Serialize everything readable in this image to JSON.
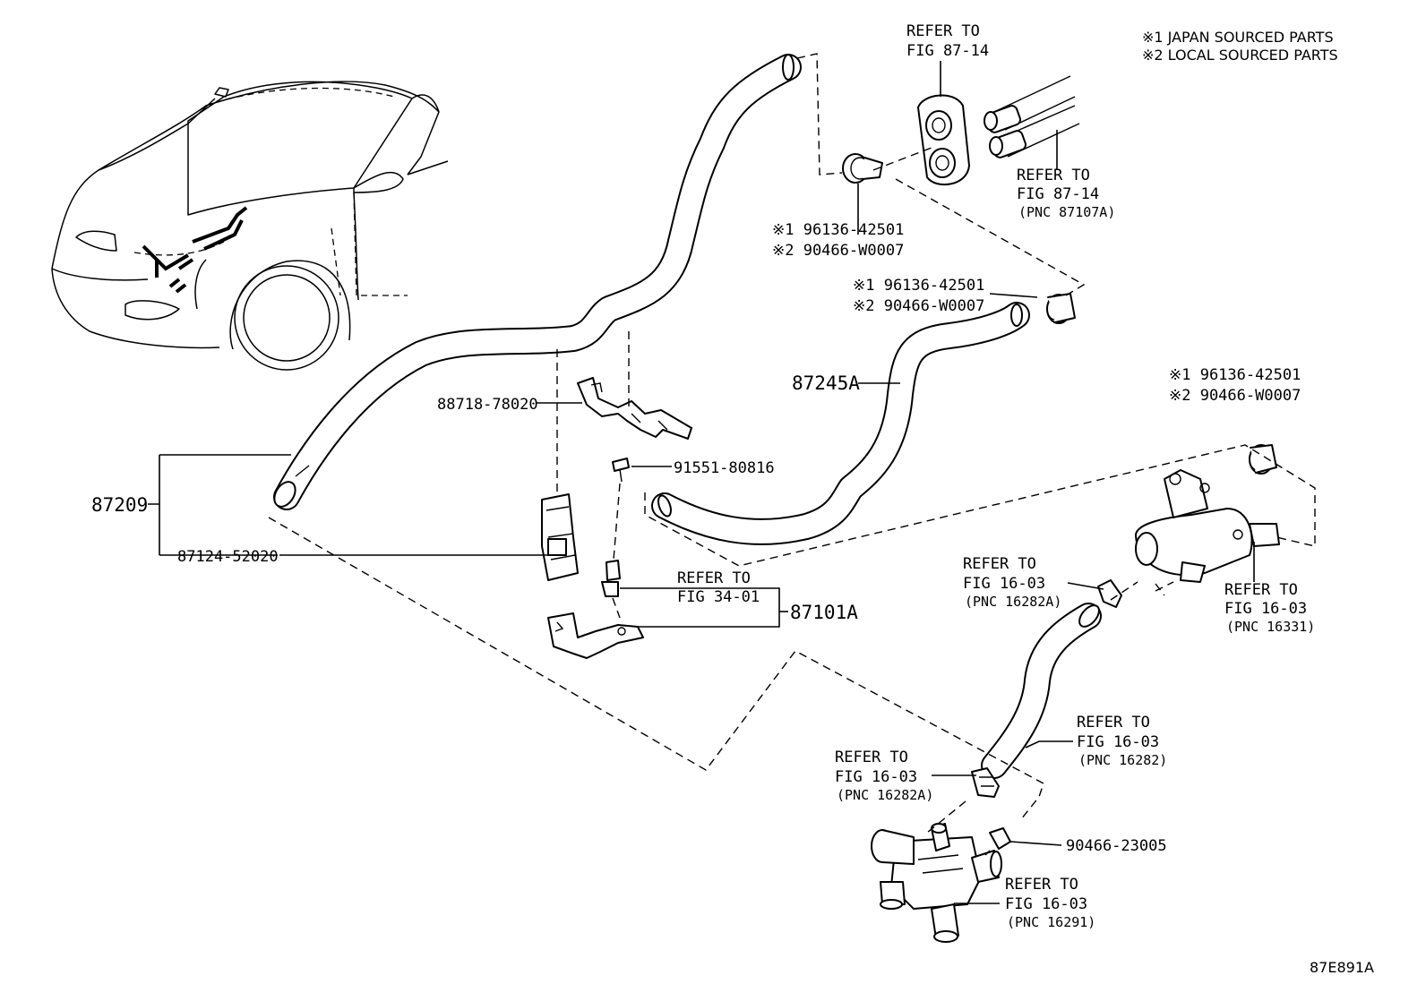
{
  "notes": {
    "japan": "※1 JAPAN SOURCED PARTS",
    "local": "※2 LOCAL SOURCED PARTS"
  },
  "diagram_code": "87E891A",
  "labels": {
    "refer_87_14_top": [
      "REFER TO",
      "FIG 87-14"
    ],
    "refer_87_14_right": [
      "REFER TO",
      "FIG 87-14",
      "(PNC 87107A)"
    ],
    "clamp_top": [
      "※1 96136-42501",
      "※2 90466-W0007"
    ],
    "clamp_mid": [
      "※1 96136-42501",
      "※2 90466-W0007"
    ],
    "clamp_right": [
      "※1 96136-42501",
      "※2 90466-W0007"
    ],
    "hose_87245A": "87245A",
    "bracket_88718": "88718-78020",
    "bolt_91551": "91551-80816",
    "hose_87209": "87209",
    "valve_87124": "87124-52020",
    "refer_34_01": [
      "REFER TO",
      "FIG 34-01"
    ],
    "part_87101A": "87101A",
    "refer_16_03_a": [
      "REFER TO",
      "FIG 16-03",
      "(PNC 16282A)"
    ],
    "refer_16_03_b": [
      "REFER TO",
      "FIG 16-03",
      "(PNC 16331)"
    ],
    "refer_16_03_c": [
      "REFER TO",
      "FIG 16-03",
      "(PNC 16282)"
    ],
    "refer_16_03_d": [
      "REFER TO",
      "FIG 16-03",
      "(PNC 16282A)"
    ],
    "clip_90466": "90466-23005",
    "refer_16_03_e": [
      "REFER TO",
      "FIG 16-03",
      "(PNC 16291)"
    ]
  }
}
